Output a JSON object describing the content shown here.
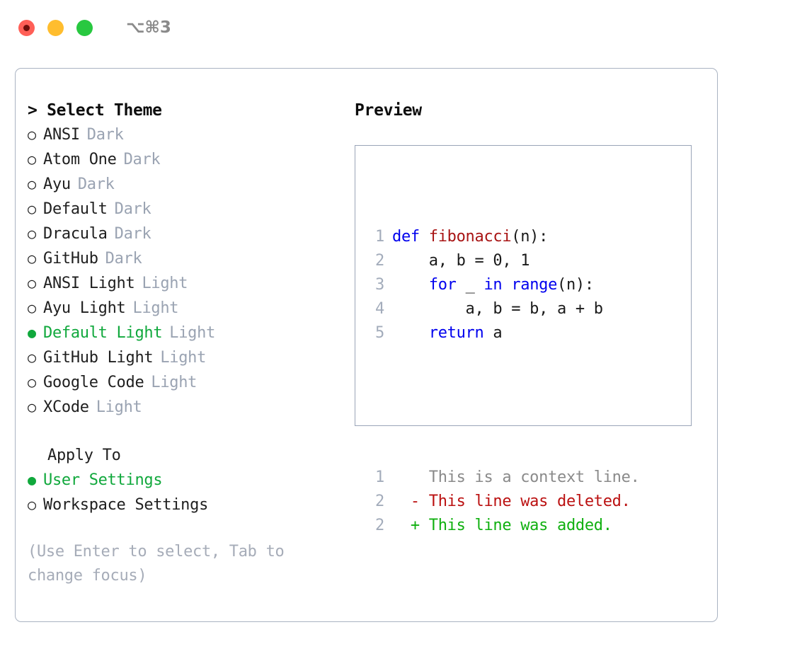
{
  "titlebar": {
    "dots": [
      "close-red",
      "minimize-yellow",
      "maximize-green"
    ],
    "shortcut": "⌥⌘3"
  },
  "theme_list": {
    "header": "> Select Theme",
    "marker_unselected": "○",
    "marker_selected": "●",
    "selected_color": "#10a83c",
    "tag_color": "#9aa3b2",
    "items": [
      {
        "label": "ANSI",
        "tag": "Dark",
        "selected": false
      },
      {
        "label": "Atom One",
        "tag": "Dark",
        "selected": false
      },
      {
        "label": "Ayu",
        "tag": "Dark",
        "selected": false
      },
      {
        "label": "Default",
        "tag": "Dark",
        "selected": false
      },
      {
        "label": "Dracula",
        "tag": "Dark",
        "selected": false
      },
      {
        "label": "GitHub",
        "tag": "Dark",
        "selected": false
      },
      {
        "label": "ANSI Light",
        "tag": "Light",
        "selected": false
      },
      {
        "label": "Ayu Light",
        "tag": "Light",
        "selected": false
      },
      {
        "label": "Default Light",
        "tag": "Light",
        "selected": true
      },
      {
        "label": "GitHub Light",
        "tag": "Light",
        "selected": false
      },
      {
        "label": "Google Code",
        "tag": "Light",
        "selected": false
      },
      {
        "label": "XCode",
        "tag": "Light",
        "selected": false
      }
    ]
  },
  "apply_to": {
    "title": "Apply To",
    "items": [
      {
        "label": "User Settings",
        "selected": true
      },
      {
        "label": "Workspace Settings",
        "selected": false
      }
    ]
  },
  "hint": "(Use Enter to select, Tab to change focus)",
  "preview": {
    "title": "Preview",
    "code_lines": [
      {
        "no": "1",
        "tokens": [
          {
            "t": "def ",
            "c": "kw"
          },
          {
            "t": "fibonacci",
            "c": "fn"
          },
          {
            "t": "(n):",
            "c": "plain"
          }
        ]
      },
      {
        "no": "2",
        "tokens": [
          {
            "t": "    a, b = 0, 1",
            "c": "plain"
          }
        ]
      },
      {
        "no": "3",
        "tokens": [
          {
            "t": "    ",
            "c": "plain"
          },
          {
            "t": "for",
            "c": "kw"
          },
          {
            "t": " _ ",
            "c": "plain"
          },
          {
            "t": "in",
            "c": "kw"
          },
          {
            "t": " ",
            "c": "plain"
          },
          {
            "t": "range",
            "c": "kw"
          },
          {
            "t": "(n):",
            "c": "plain"
          }
        ]
      },
      {
        "no": "4",
        "tokens": [
          {
            "t": "        a, b = b, a + b",
            "c": "plain"
          }
        ]
      },
      {
        "no": "5",
        "tokens": [
          {
            "t": "    ",
            "c": "plain"
          },
          {
            "t": "return",
            "c": "kw"
          },
          {
            "t": " a",
            "c": "plain"
          }
        ]
      }
    ],
    "diff_lines": [
      {
        "no": "1",
        "marker": " ",
        "text": "This is a context line.",
        "kind": "ctx"
      },
      {
        "no": "2",
        "marker": "-",
        "text": "This line was deleted.",
        "kind": "del"
      },
      {
        "no": "2",
        "marker": "+",
        "text": "This line was added.",
        "kind": "add"
      }
    ],
    "colors": {
      "keyword": "#0000ee",
      "function": "#a81414",
      "plain": "#1a1a1a",
      "lineno": "#a3acbb",
      "context": "#8a8a8a",
      "deleted": "#bb1111",
      "added": "#10b010"
    }
  }
}
